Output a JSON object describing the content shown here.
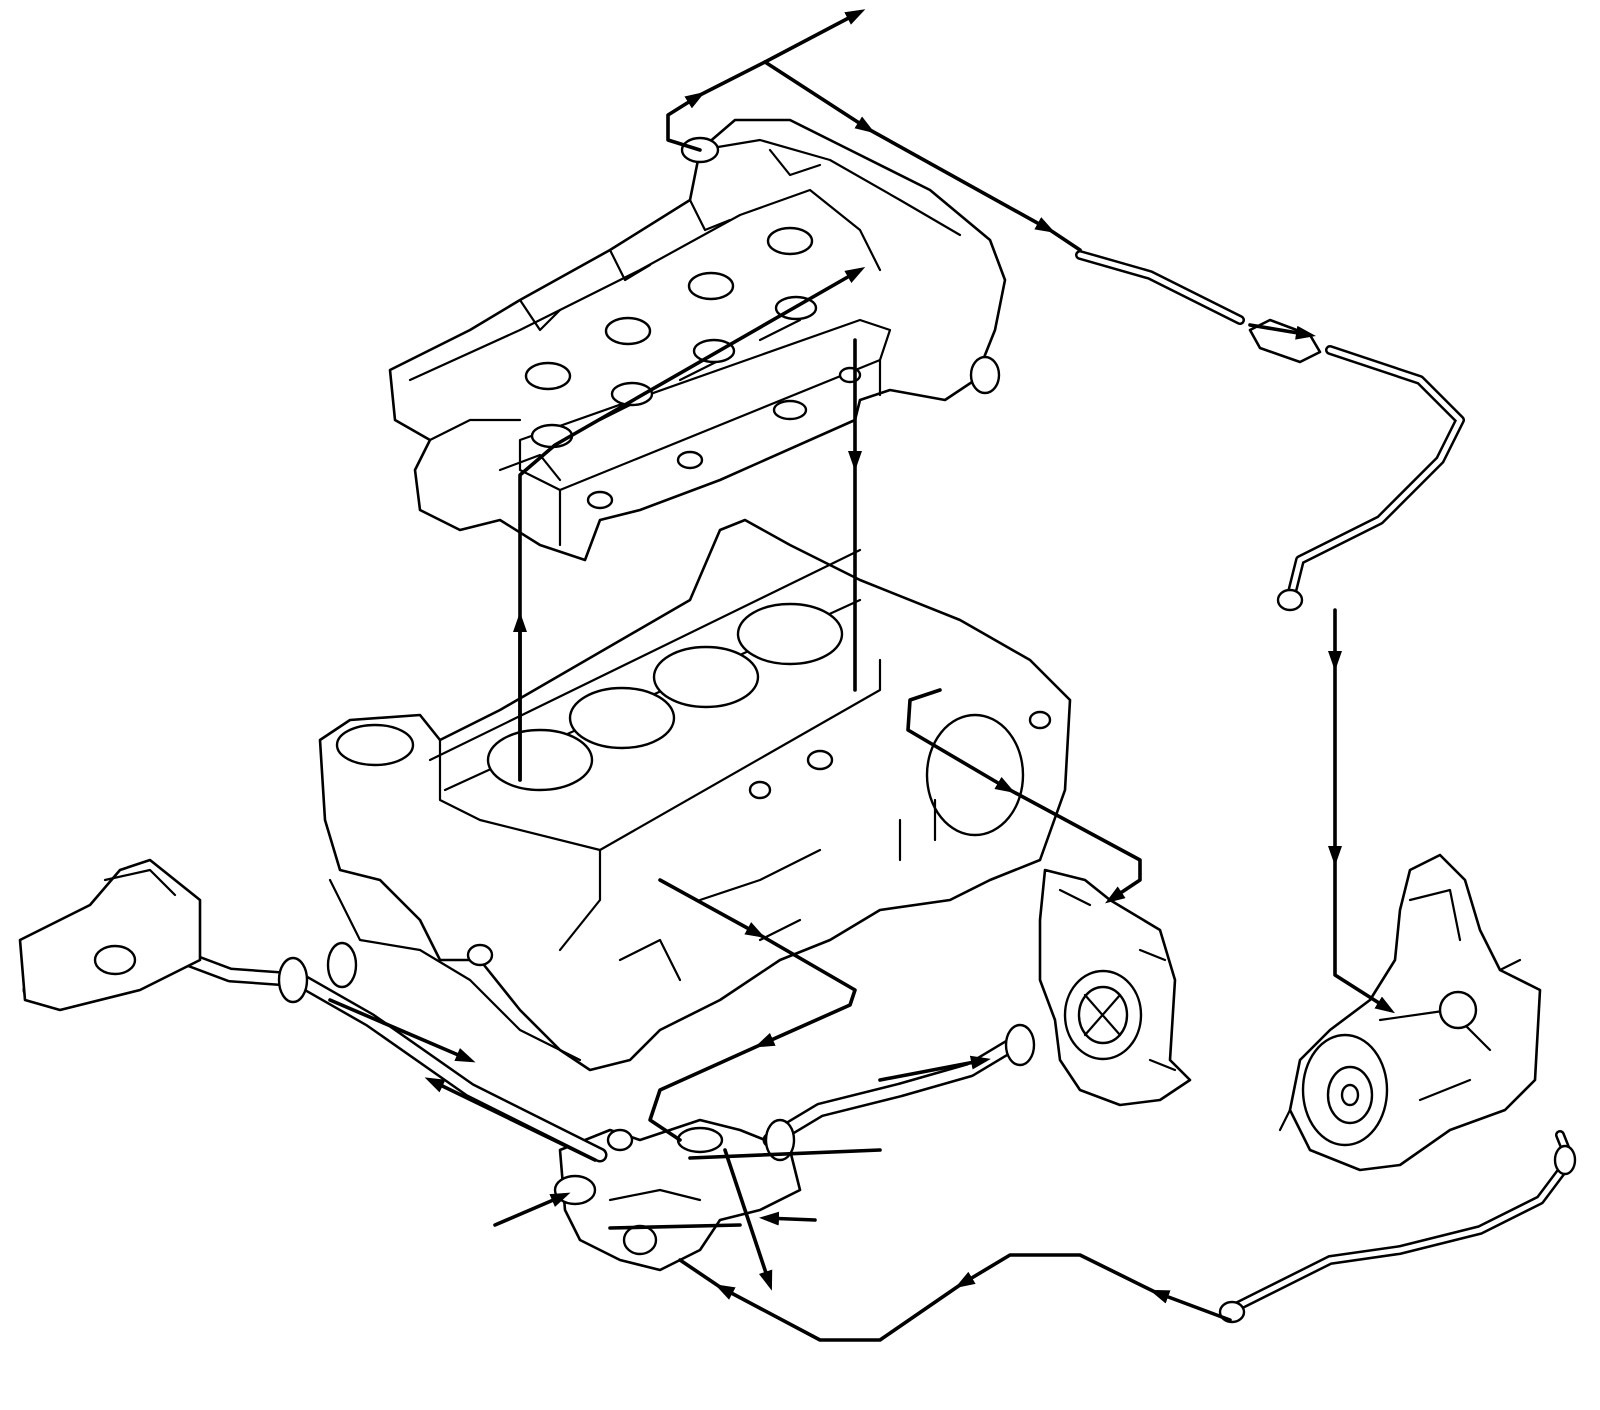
{
  "diagram": {
    "description_text": "",
    "colors": {
      "line": "#000000",
      "background": "#ffffff"
    },
    "components": [
      "cylinder-head",
      "cylinder-block",
      "turbocharger",
      "vacuum-pump",
      "thermostat-housing",
      "coolant-hoses",
      "turbo-coolant-pipes"
    ],
    "flow_arrows": 21
  }
}
